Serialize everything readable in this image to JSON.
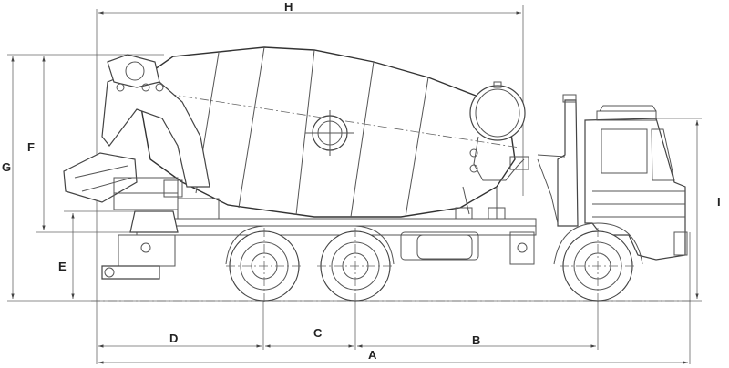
{
  "drawing": {
    "subject": "concrete-mixer-truck-side-elevation",
    "dimension_labels": {
      "A": "A",
      "B": "B",
      "C": "C",
      "D": "D",
      "E": "E",
      "F": "F",
      "G": "G",
      "H": "H",
      "I": "I"
    }
  }
}
